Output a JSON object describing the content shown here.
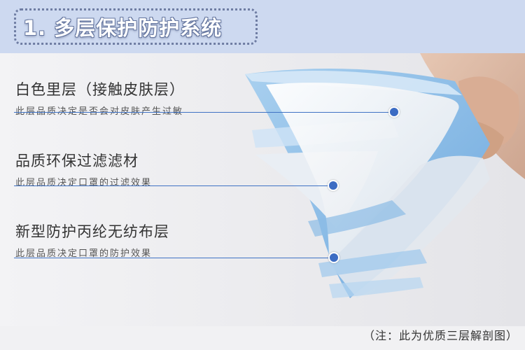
{
  "banner": {
    "title": "1. 多层保护防护系统"
  },
  "layers": [
    {
      "title": "白色里层（接触皮肤层）",
      "desc": "此层品质决定是否会对皮肤产生过敏"
    },
    {
      "title": "品质环保过滤滤材",
      "desc": "此层品质决定口罩的过滤效果"
    },
    {
      "title": "新型防护丙纶无纺布层",
      "desc": "此层品质决定口罩的防护效果"
    }
  ],
  "footer": {
    "note": "（注：此为优质三层解剖图）"
  },
  "colors": {
    "banner": "#cdd9f0",
    "accent": "#3c6cc3",
    "mask_blue": "#8fc1ea"
  }
}
